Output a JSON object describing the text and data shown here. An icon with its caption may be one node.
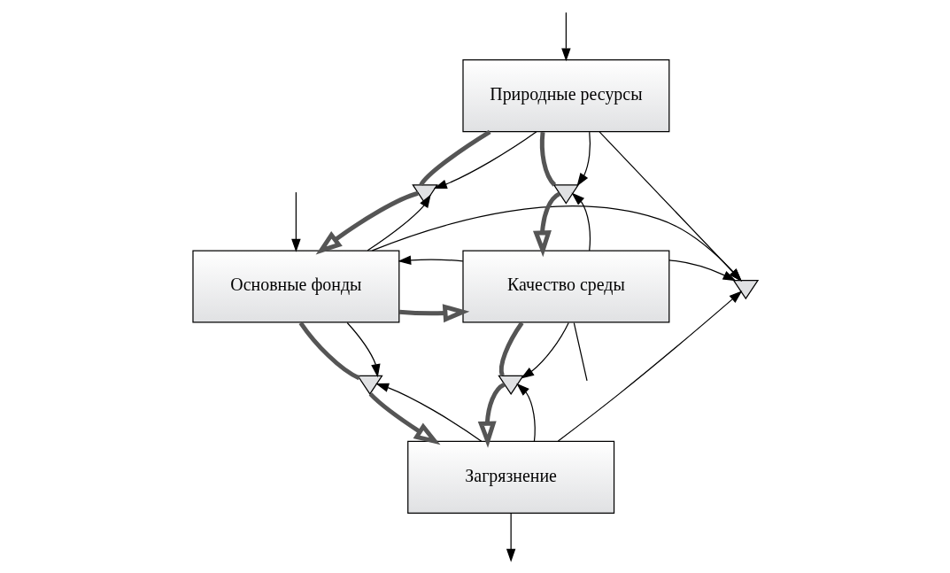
{
  "diagram": {
    "nodes": [
      {
        "text": [
          "Природные ресурсы"
        ]
      },
      {
        "text": [
          "Основные фонды"
        ]
      },
      {
        "text": [
          "Качество среды"
        ]
      },
      {
        "text": [
          "Загрязнение"
        ]
      },
      {
        "text": [],
        "shape": "valve"
      },
      {
        "text": [],
        "shape": "valve"
      },
      {
        "text": [],
        "shape": "valve"
      },
      {
        "text": [],
        "shape": "valve"
      },
      {
        "text": [],
        "shape": "valve"
      }
    ],
    "edges": [
      {
        "from": null,
        "to": 0,
        "arrow": "to"
      },
      {
        "from": null,
        "to": 1,
        "arrow": "to"
      },
      {
        "from": 2,
        "to": null,
        "arrow": "none"
      },
      {
        "from": 3,
        "to": null,
        "arrow": "to"
      },
      {
        "from": 0,
        "to": 4,
        "arrow": "none",
        "style": "thick"
      },
      {
        "from": 4,
        "to": 1,
        "arrow": "to",
        "style": "thick"
      },
      {
        "from": 0,
        "to": 5,
        "arrow": "none",
        "style": "thick"
      },
      {
        "from": 5,
        "to": 2,
        "arrow": "to",
        "style": "thick"
      },
      {
        "from": 1,
        "to": 7,
        "arrow": "none",
        "style": "thick"
      },
      {
        "from": 7,
        "to": 3,
        "arrow": "to",
        "style": "thick"
      },
      {
        "from": 2,
        "to": 8,
        "arrow": "none",
        "style": "thick"
      },
      {
        "from": 8,
        "to": 3,
        "arrow": "to",
        "style": "thick"
      },
      {
        "from": 1,
        "to": 2,
        "arrow": "to",
        "style": "thick"
      },
      {
        "from": 2,
        "to": 1,
        "arrow": "to"
      },
      {
        "from": 1,
        "to": 6,
        "arrow": "to"
      },
      {
        "from": 0,
        "to": 6,
        "arrow": "to"
      },
      {
        "from": 2,
        "to": 6,
        "arrow": "to"
      },
      {
        "from": 3,
        "to": 6,
        "arrow": "to"
      },
      {
        "from": 0,
        "to": 4,
        "arrow": "to"
      },
      {
        "from": 1,
        "to": 4,
        "arrow": "to"
      },
      {
        "from": 0,
        "to": 5,
        "arrow": "to"
      },
      {
        "from": 2,
        "to": 5,
        "arrow": "to"
      },
      {
        "from": 1,
        "to": 7,
        "arrow": "to"
      },
      {
        "from": 3,
        "to": 7,
        "arrow": "to"
      },
      {
        "from": 2,
        "to": 8,
        "arrow": "to"
      },
      {
        "from": 3,
        "to": 8,
        "arrow": "to"
      }
    ]
  }
}
